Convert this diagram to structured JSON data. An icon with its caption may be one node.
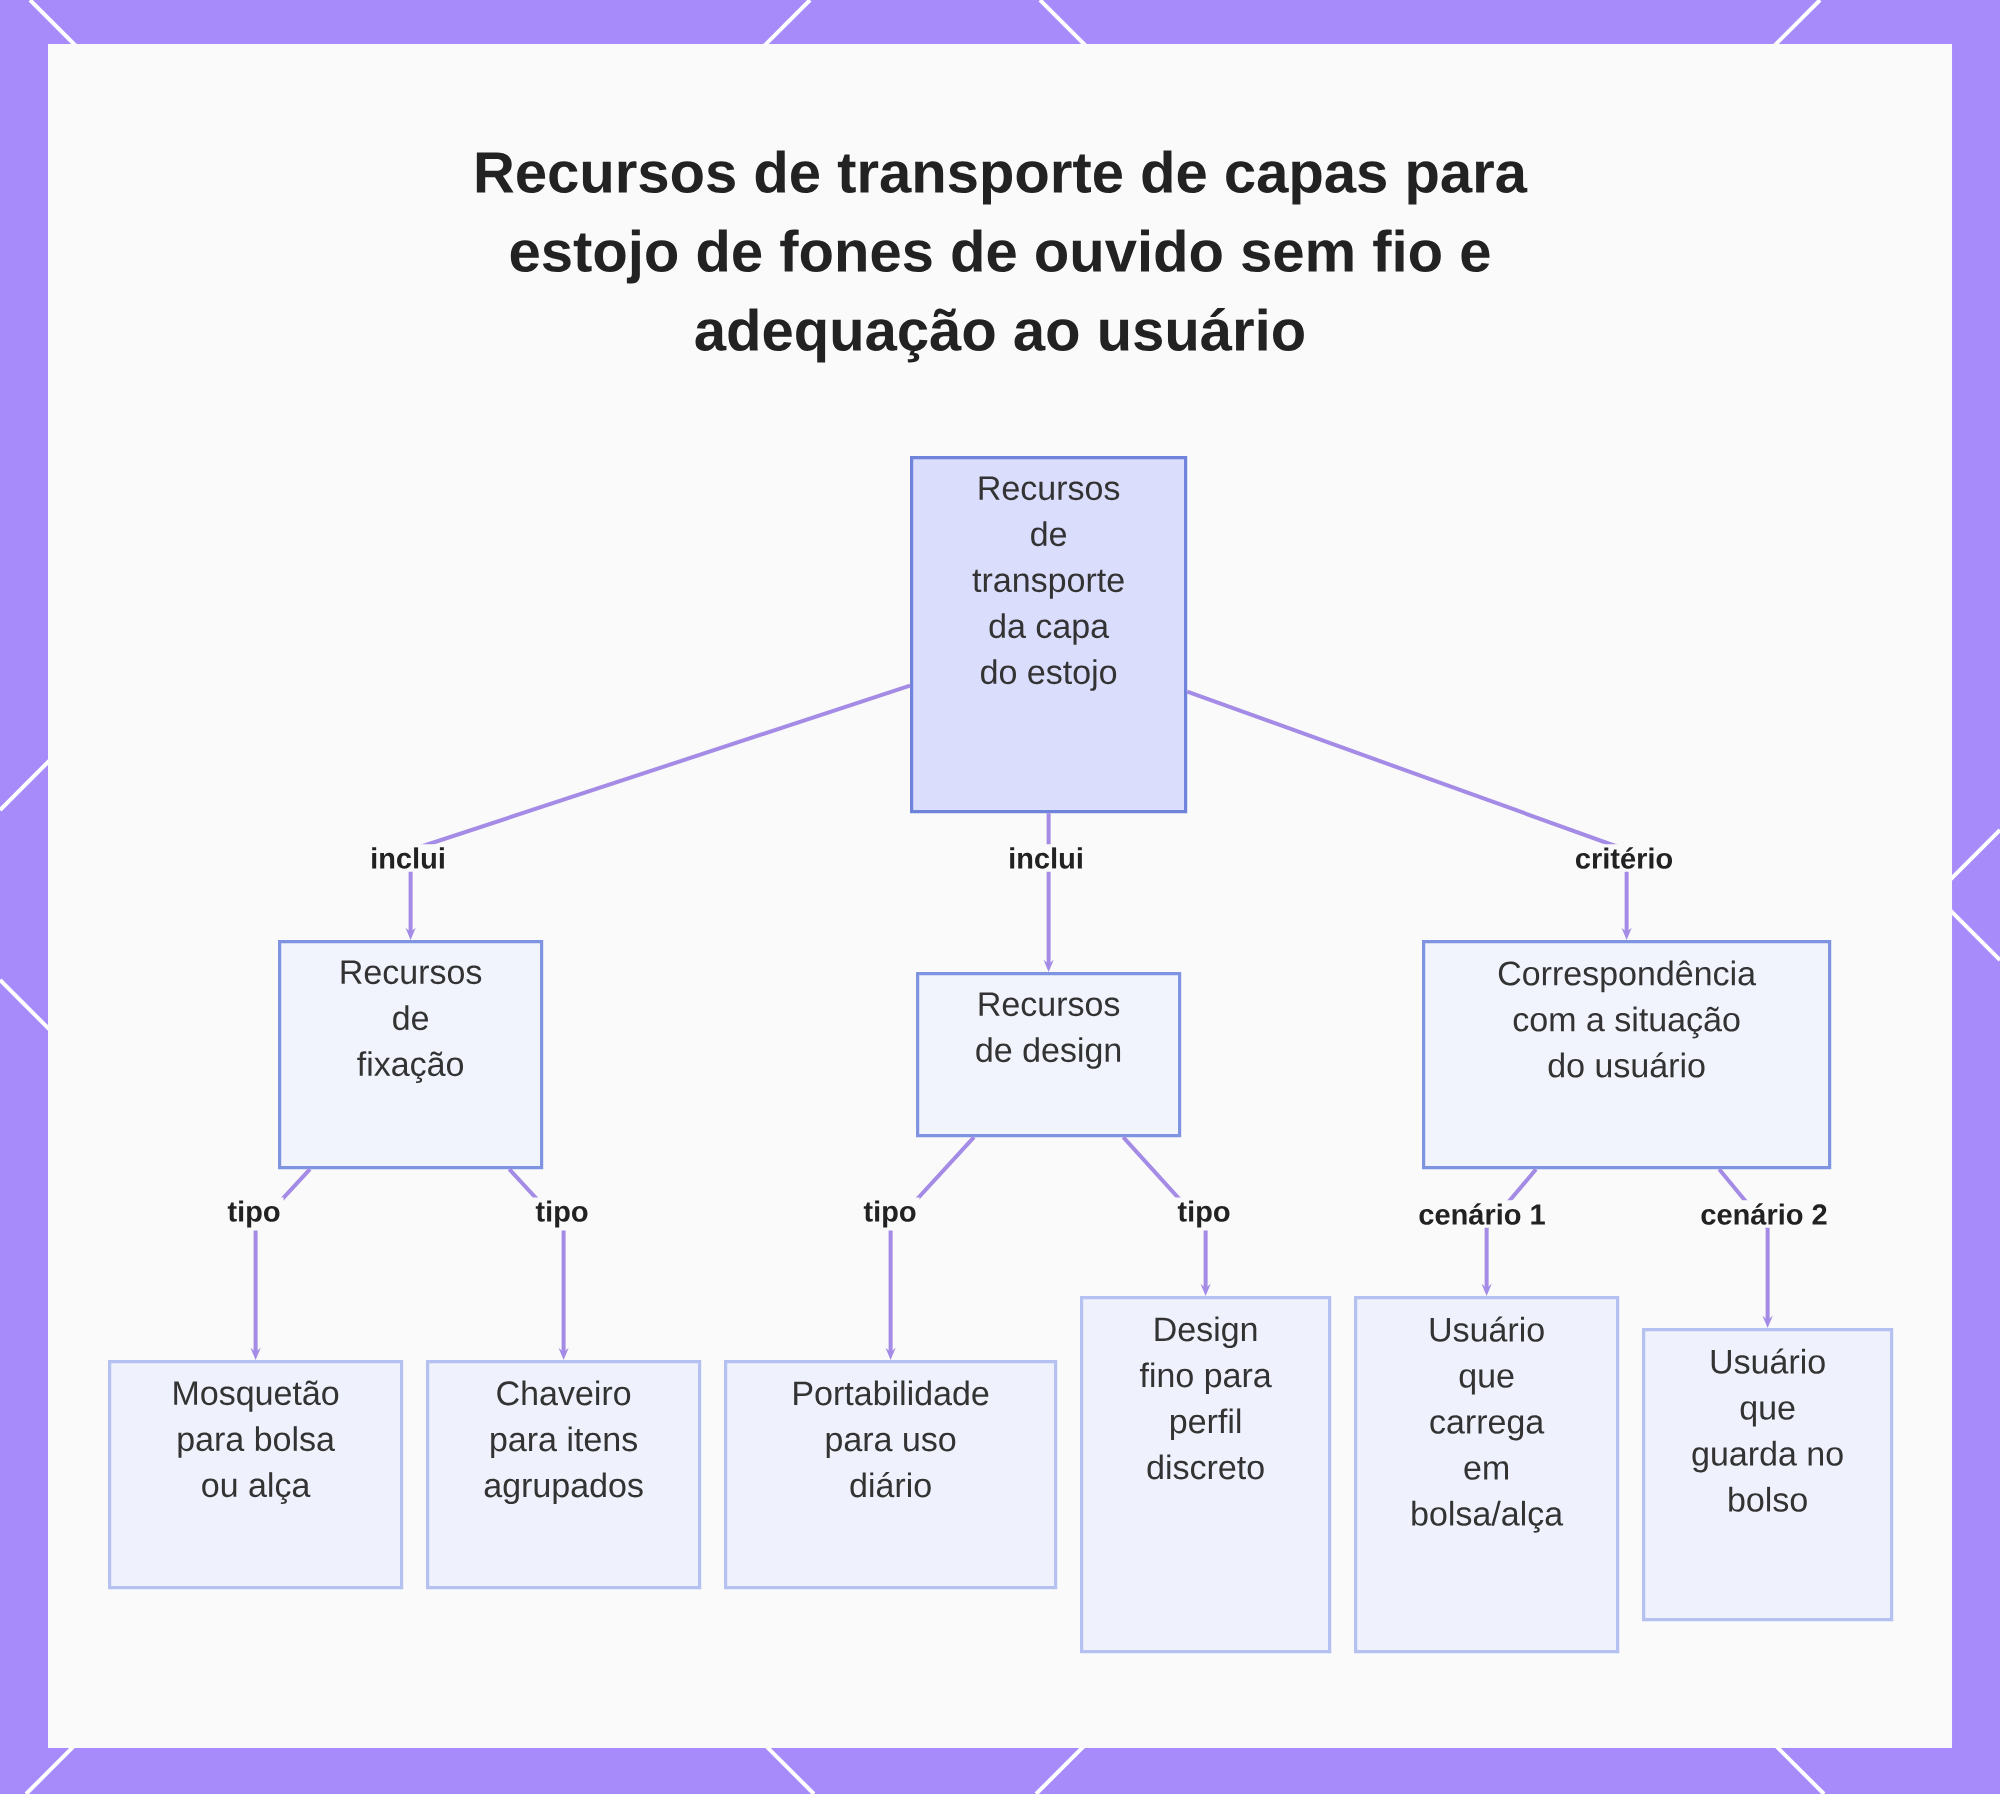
{
  "diagram": {
    "title": "Recursos de transporte de capas para estojo de fones de ouvido sem fio e adequação ao usuário",
    "nodes": [
      {
        "text": [
          "Recursos de transporte da capa do estojo"
        ]
      },
      {
        "text": [
          "Recursos de fixação"
        ]
      },
      {
        "text": [
          "Recursos de design"
        ]
      },
      {
        "text": [
          "Correspondência com a situação do usuário"
        ]
      },
      {
        "text": [
          "Mosquetão para bolsa ou alça"
        ]
      },
      {
        "text": [
          "Chaveiro para itens agrupados"
        ]
      },
      {
        "text": [
          "Portabilidade para uso diário"
        ]
      },
      {
        "text": [
          "Design fino para perfil discreto"
        ]
      },
      {
        "text": [
          "Usuário que carrega em bolsa/alça"
        ]
      },
      {
        "text": [
          "Usuário que guarda no bolso"
        ]
      }
    ],
    "edges": [
      {
        "from": 0,
        "to": 1,
        "arrow": "to",
        "label": "inclui"
      },
      {
        "from": 0,
        "to": 2,
        "arrow": "to",
        "label": "inclui"
      },
      {
        "from": 0,
        "to": 3,
        "arrow": "to",
        "label": "critério"
      },
      {
        "from": 1,
        "to": 4,
        "arrow": "to",
        "label": "tipo"
      },
      {
        "from": 1,
        "to": 5,
        "arrow": "to",
        "label": "tipo"
      },
      {
        "from": 2,
        "to": 6,
        "arrow": "to",
        "label": "tipo"
      },
      {
        "from": 2,
        "to": 7,
        "arrow": "to",
        "label": "tipo"
      },
      {
        "from": 3,
        "to": 8,
        "arrow": "to",
        "label": "cenário 1"
      },
      {
        "from": 3,
        "to": 9,
        "arrow": "to",
        "label": "cenário 2"
      }
    ]
  }
}
